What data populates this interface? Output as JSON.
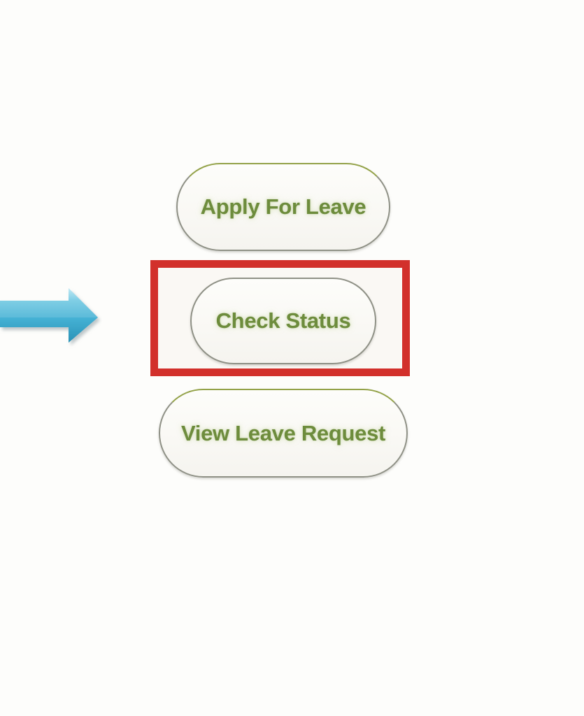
{
  "page": {
    "background_color": "#fdfdfb"
  },
  "menu": {
    "buttons": [
      {
        "id": "apply-for-leave",
        "label": "Apply For Leave",
        "highlighted": false
      },
      {
        "id": "check-status",
        "label": "Check Status",
        "highlighted": true
      },
      {
        "id": "view-leave-request",
        "label": "View Leave Request",
        "highlighted": false
      }
    ],
    "label_color": "#6d8c3c",
    "button_border_color": "#8f9186"
  },
  "annotations": {
    "highlight_box": {
      "color": "#d2302b",
      "target": "check-status"
    },
    "arrow_icon": {
      "name": "right-arrow",
      "color": "#45b1d4",
      "points_to": "check-status"
    }
  }
}
